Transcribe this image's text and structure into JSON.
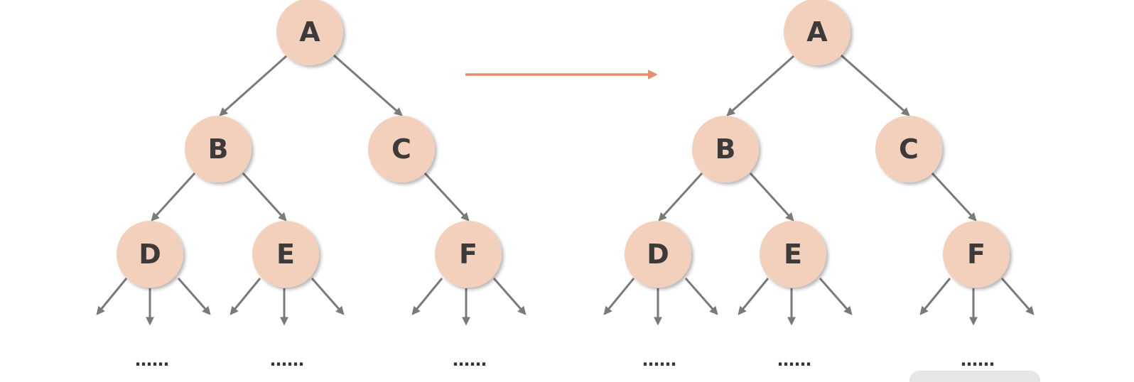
{
  "trees": [
    {
      "nodes": [
        "A",
        "B",
        "C",
        "D",
        "E",
        "F"
      ],
      "ellipses": [
        "……",
        "……",
        "……"
      ]
    },
    {
      "nodes": [
        "A",
        "B",
        "C",
        "D",
        "E",
        "F"
      ],
      "ellipses": [
        "……",
        "……",
        "……"
      ]
    }
  ],
  "colors": {
    "node_fill": "#f2d0bb",
    "node_text": "#3d3a3a",
    "edge": "#7a7a7a",
    "transform_arrow": "#e58e6e"
  },
  "icons": {
    "transform_arrow": "arrow-right-icon"
  }
}
